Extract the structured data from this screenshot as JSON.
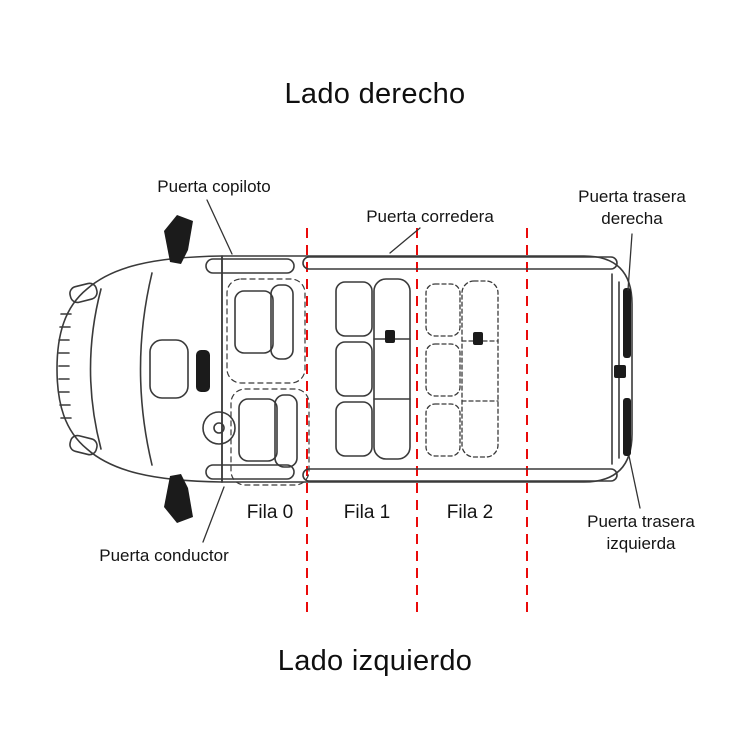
{
  "titles": {
    "top": "Lado derecho",
    "bottom": "Lado izquierdo"
  },
  "door_labels": {
    "copilot": "Puerta copiloto",
    "sliding": "Puerta corredera",
    "rear_right": "Puerta trasera derecha",
    "rear_left": "Puerta trasera izquierda",
    "driver": "Puerta conductor"
  },
  "rows": [
    {
      "label": "Fila 0"
    },
    {
      "label": "Fila 1"
    },
    {
      "label": "Fila 2"
    }
  ],
  "colors": {
    "background": "#ffffff",
    "line_art": "#3a3a3a",
    "dark_fill": "#1b1b1b",
    "row_divider": "#ea0a0a",
    "text": "#141414"
  }
}
